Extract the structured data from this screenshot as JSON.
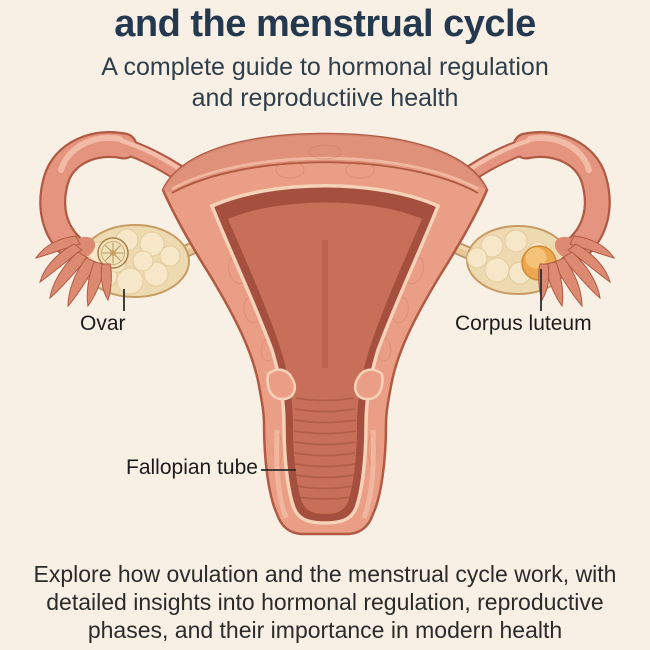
{
  "header": {
    "title": "and the menstrual cycle",
    "subtitle_line1": "A complete guide to hormonal regulation",
    "subtitle_line2": "and reproductiive health"
  },
  "diagram": {
    "labels": {
      "ovary": "Ovar",
      "corpus_luteum": "Corpus luteum",
      "fallopian_tube": "Fallopian tube"
    },
    "palette": {
      "background": "#f8f0e4",
      "title_text": "#24384f",
      "subtitle_text": "#2f3e4c",
      "body_text": "#2b2b2b",
      "label_text": "#1c1c1c",
      "leader_line": "#2d2d2d",
      "tissue_salmon": "#eb9e86",
      "tissue_outline": "#b05a44",
      "tissue_highlight": "#f5c2ac",
      "endometrium_dark": "#a5503e",
      "cavity_mid": "#c76f58",
      "lining_cream": "#f5d3b9",
      "ovary_fill": "#eedab1",
      "ovary_outline": "#c79c63",
      "follicle_ring": "#a8824e",
      "corpus_luteum_fill": "#eca74f",
      "corpus_luteum_rim": "#d18a38",
      "ligament_fill": "#e6c899"
    }
  },
  "footer": {
    "line1": "Explore how ovulation and the menstrual cycle work, with",
    "line2": "detailed insights into hormonal regulation, reproductive",
    "line3": "phases, and their importance in modern health"
  }
}
